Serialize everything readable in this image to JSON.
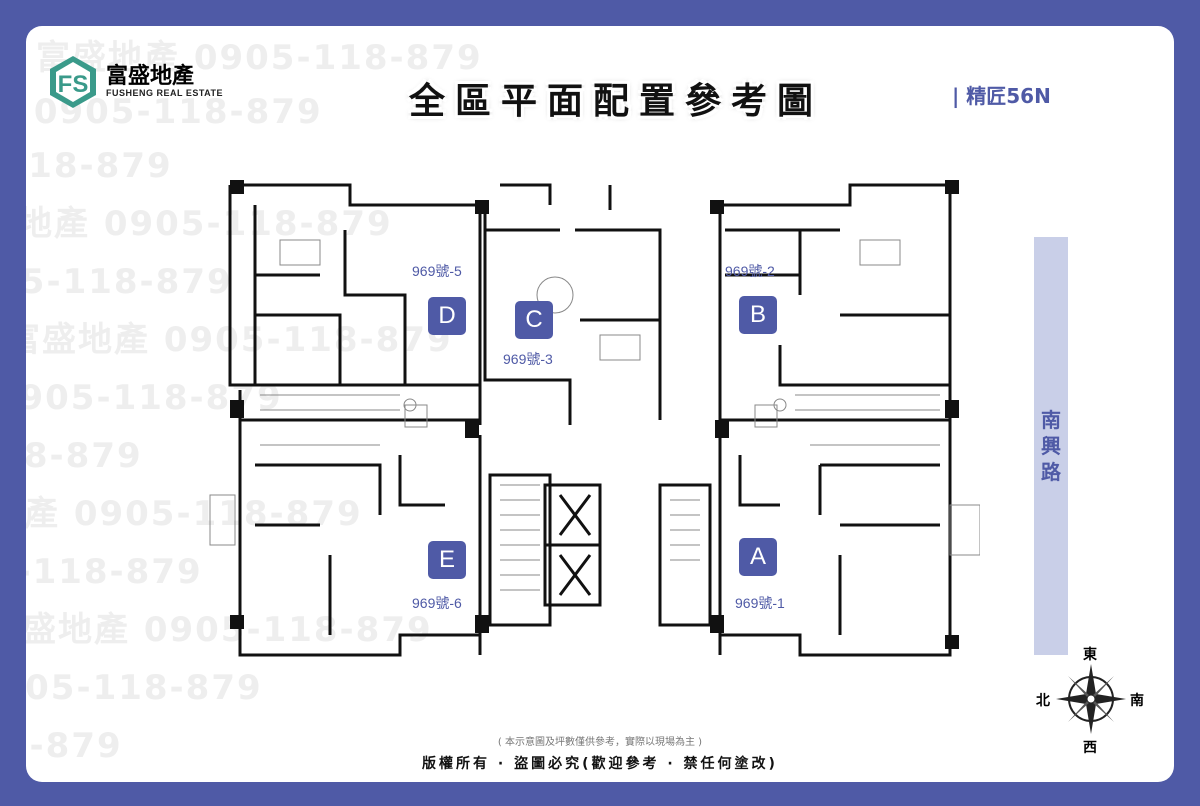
{
  "brand": {
    "name_zh": "富盛地產",
    "name_en": "FUSHENG REAL ESTATE",
    "color": "#4f5aa6"
  },
  "title": "全區平面配置參考圖",
  "project": "| 精匠56N",
  "watermark_text": "富盛地產 0905-118-879",
  "road": {
    "label": "南興路"
  },
  "compass": {
    "east": "東",
    "west": "西",
    "south": "南",
    "north": "北"
  },
  "units": [
    {
      "letter": "D",
      "number": "969號-5"
    },
    {
      "letter": "C",
      "number": "969號-3"
    },
    {
      "letter": "B",
      "number": "969號-2"
    },
    {
      "letter": "E",
      "number": "969號-6"
    },
    {
      "letter": "A",
      "number": "969號-1"
    }
  ],
  "disclaimer": "( 本示意圖及坪數僅供參考，實際以現場為主 )",
  "copyright": "版權所有 · 盜圖必究(歡迎參考 · 禁任何塗改)"
}
